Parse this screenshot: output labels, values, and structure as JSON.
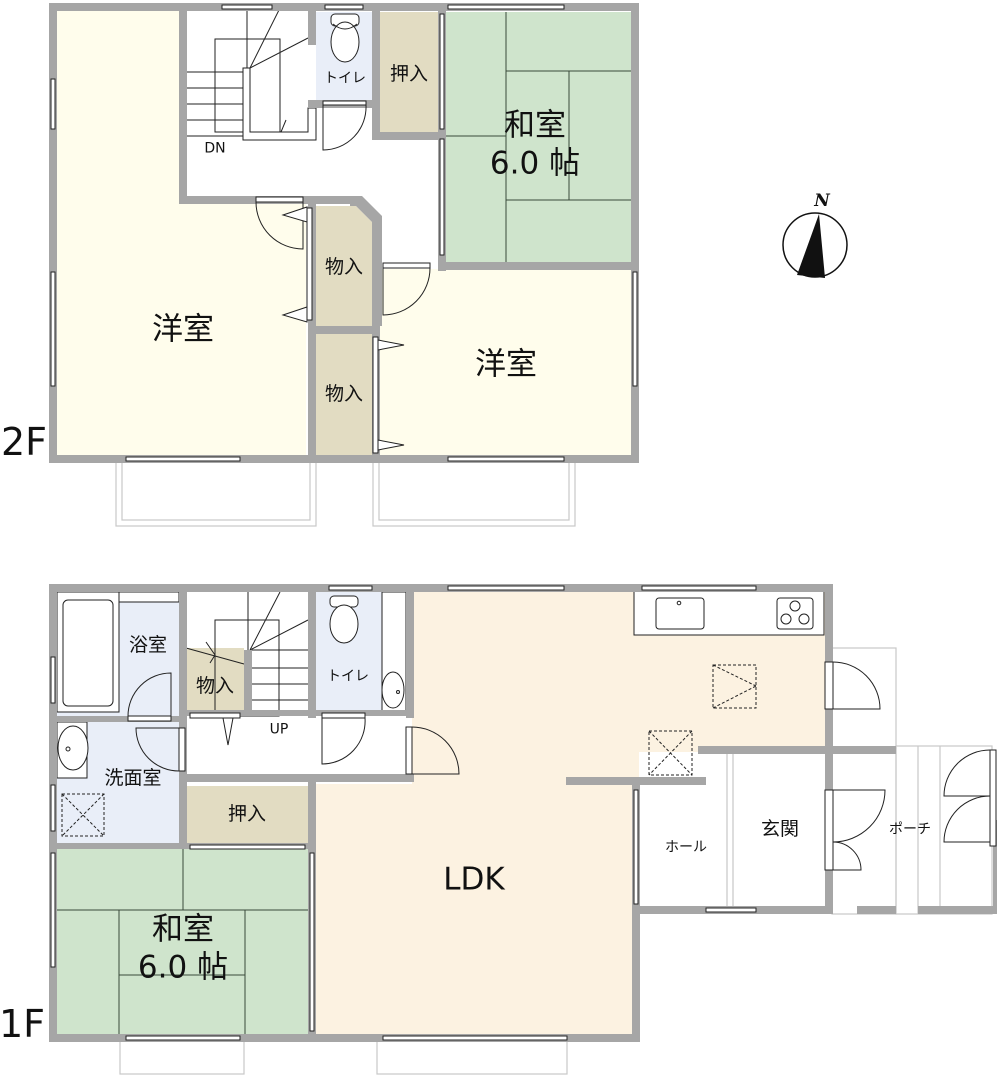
{
  "floors": [
    {
      "label": "2F",
      "rooms": [
        {
          "id": "yoshitsu-west",
          "name": "洋室",
          "color": "#fffdec"
        },
        {
          "id": "yoshitsu-east",
          "name": "洋室",
          "color": "#fffdec"
        },
        {
          "id": "washitsu",
          "name": "和室",
          "size": "6.0 帖",
          "color": "#cfe4cc"
        },
        {
          "id": "oshiire",
          "name": "押入",
          "color": "#e2dcc2"
        },
        {
          "id": "monoire-upper",
          "name": "物入",
          "color": "#e2dcc2"
        },
        {
          "id": "monoire-lower",
          "name": "物入",
          "color": "#e2dcc2"
        },
        {
          "id": "toilet",
          "name": "トイレ",
          "color": "#e9eef8"
        },
        {
          "id": "stairs",
          "name": "DN"
        }
      ]
    },
    {
      "label": "1F",
      "rooms": [
        {
          "id": "bath",
          "name": "浴室",
          "color": "#e9eef8"
        },
        {
          "id": "storage",
          "name": "物入",
          "color": "#e2dcc2"
        },
        {
          "id": "toilet",
          "name": "トイレ",
          "color": "#e9eef8"
        },
        {
          "id": "washroom",
          "name": "洗面室",
          "color": "#e9eef8"
        },
        {
          "id": "oshiire",
          "name": "押入",
          "color": "#e2dcc2"
        },
        {
          "id": "washitsu",
          "name": "和室",
          "size": "6.0 帖",
          "color": "#cfe4cc"
        },
        {
          "id": "ldk",
          "name": "LDK",
          "color": "#fcf2e1"
        },
        {
          "id": "hall",
          "name": "ホール"
        },
        {
          "id": "genkan",
          "name": "玄関"
        },
        {
          "id": "porch",
          "name": "ポーチ"
        },
        {
          "id": "stairs",
          "name": "UP"
        }
      ]
    }
  ],
  "compass": {
    "label": "N"
  },
  "colors": {
    "wall": "#a6a6a6",
    "line": "#222222",
    "balcony": "#c8c8c8"
  }
}
